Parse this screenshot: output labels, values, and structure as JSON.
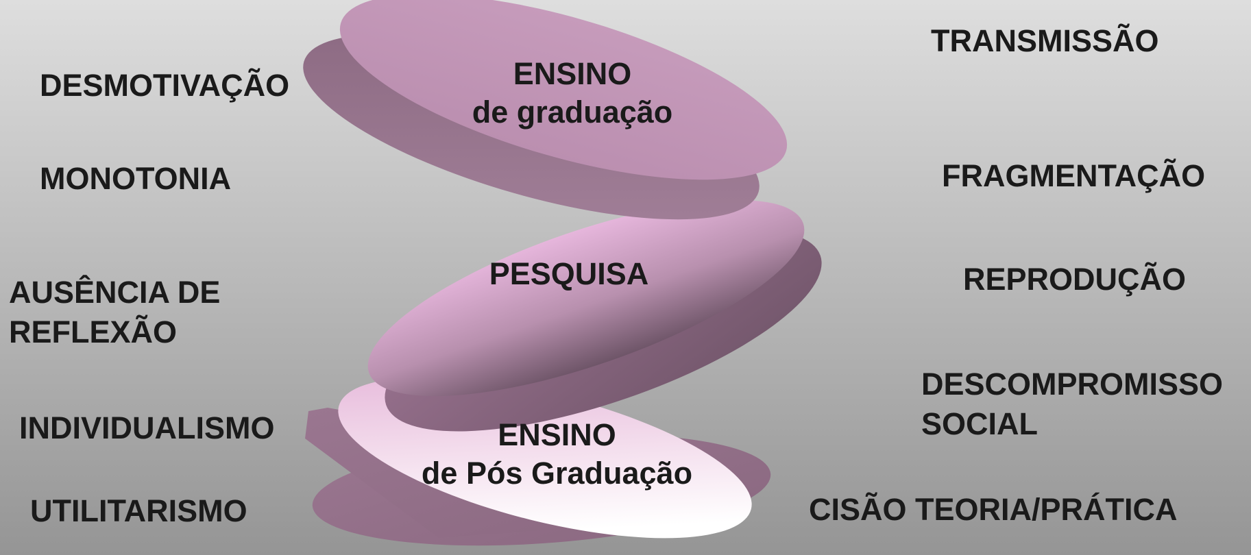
{
  "discs": {
    "top": {
      "line1": "ENSINO",
      "line2": "de graduação"
    },
    "middle": {
      "line1": "PESQUISA"
    },
    "bottom": {
      "line1": "ENSINO",
      "line2": "de Pós Graduação"
    }
  },
  "left_labels": {
    "desmotivacao": "DESMOTIVAÇÃO",
    "monotonia": "MONOTONIA",
    "ausencia_line1": "AUSÊNCIA DE",
    "ausencia_line2": "REFLEXÃO",
    "individualismo": "INDIVIDUALISMO",
    "utilitarismo": "UTILITARISMO"
  },
  "right_labels": {
    "transmissao": "TRANSMISSÃO",
    "fragmentacao": "FRAGMENTAÇÃO",
    "reproducao": "REPRODUÇÃO",
    "descompromisso_line1": "DESCOMPROMISSO",
    "descompromisso_line2": "SOCIAL",
    "cisao": "CISÃO TEORIA/PRÁTICA"
  },
  "colors": {
    "disc_top": "#c397b7",
    "disc_middle": "#e2b2d8",
    "disc_bottom_light": "#ffffff",
    "disc_side": "#7d5e74",
    "text": "#1a1a1a"
  }
}
